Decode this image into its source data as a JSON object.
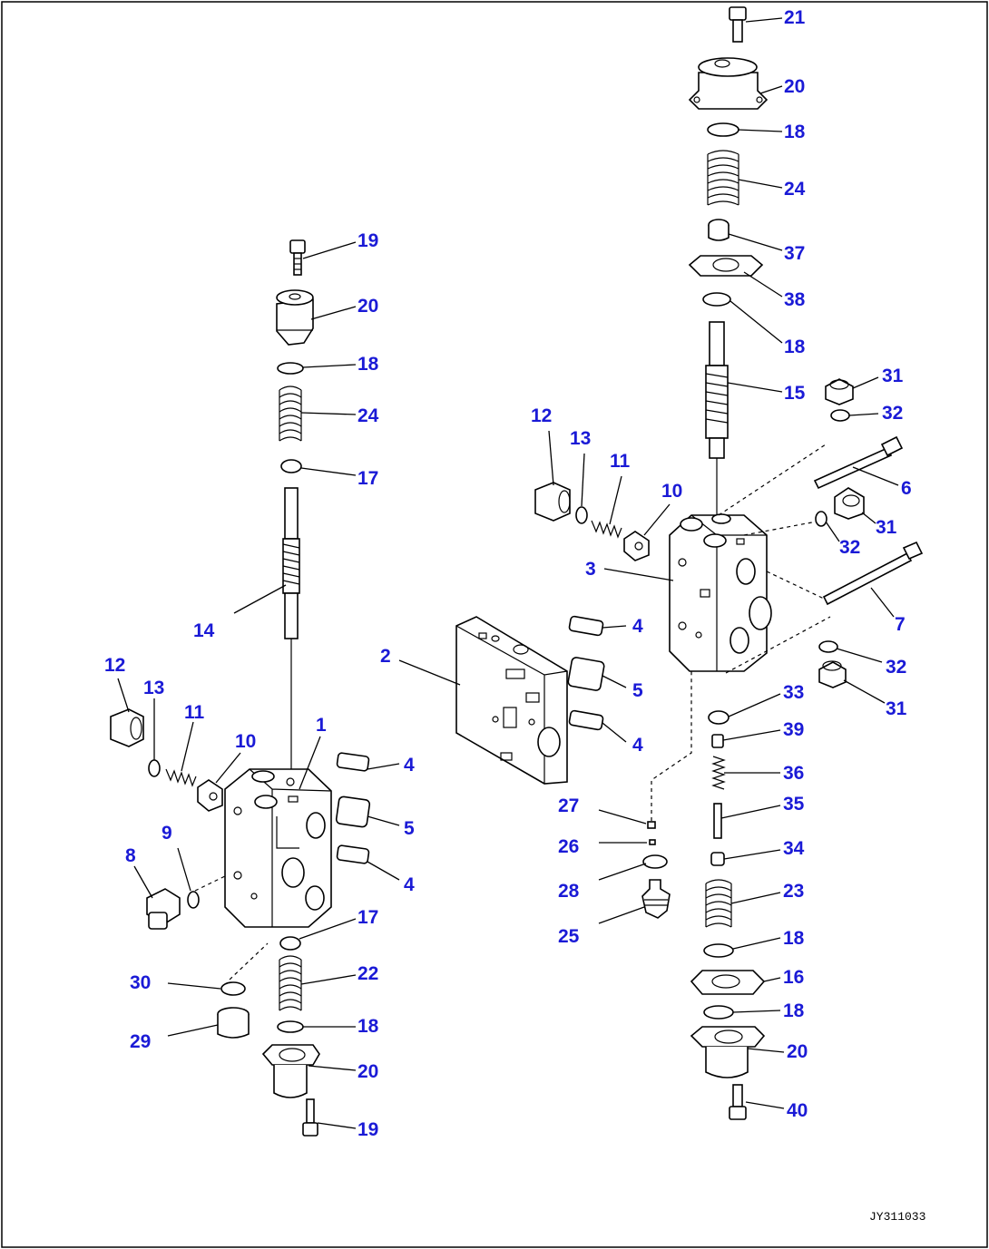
{
  "drawing_code": "JY311033",
  "callouts": {
    "left": [
      "19",
      "20",
      "18",
      "24",
      "17",
      "14",
      "12",
      "13",
      "11",
      "10",
      "1",
      "4",
      "5",
      "4",
      "8",
      "9",
      "17",
      "22",
      "18",
      "20",
      "19",
      "30",
      "29"
    ],
    "center": [
      "2",
      "4",
      "5",
      "4",
      "27",
      "26",
      "28",
      "25"
    ],
    "right": [
      "21",
      "20",
      "18",
      "24",
      "37",
      "38",
      "18",
      "15",
      "31",
      "32",
      "12",
      "13",
      "11",
      "10",
      "6",
      "31",
      "3",
      "32",
      "7",
      "32",
      "31",
      "33",
      "39",
      "36",
      "35",
      "34",
      "23",
      "18",
      "16",
      "18",
      "20",
      "40"
    ]
  }
}
